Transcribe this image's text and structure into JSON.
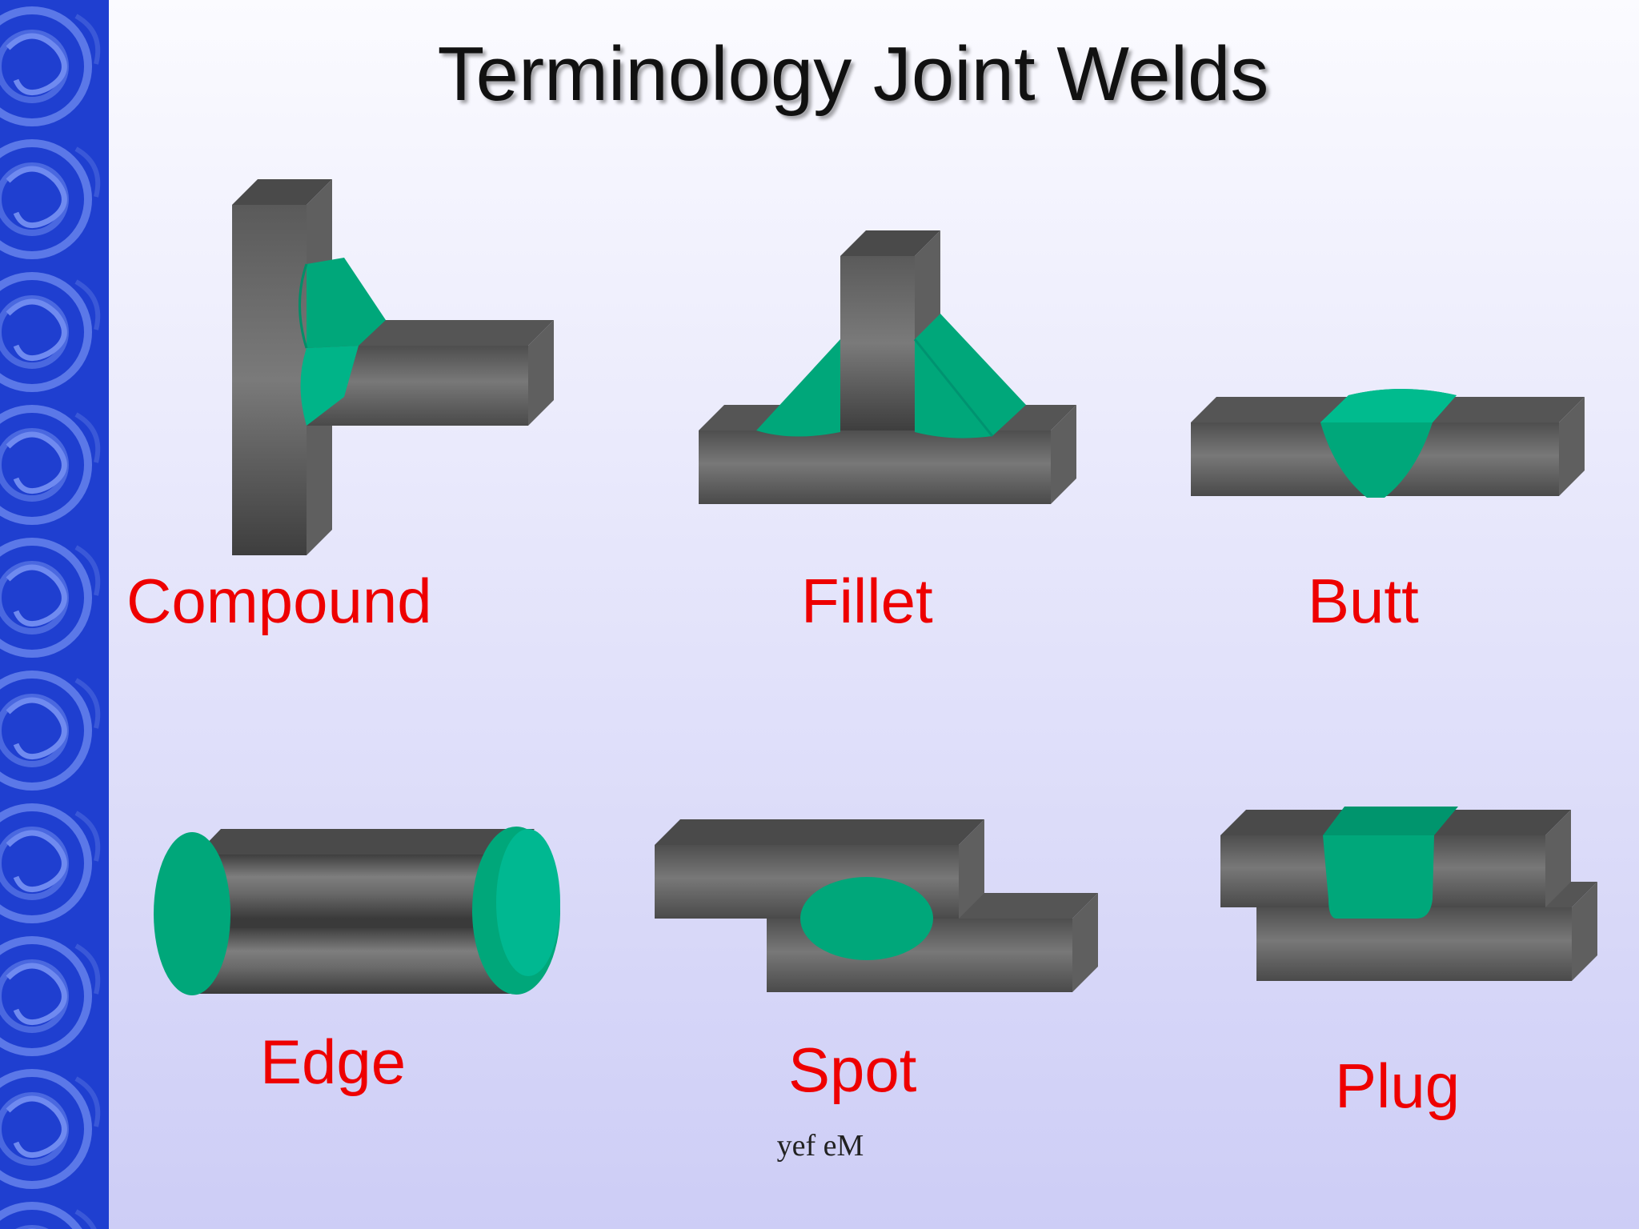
{
  "slide": {
    "title": "Terminology Joint Welds",
    "footer": "yef eM"
  },
  "joints": [
    {
      "name": "Compound",
      "icon": "compound-weld-icon"
    },
    {
      "name": "Fillet",
      "icon": "fillet-weld-icon"
    },
    {
      "name": "Butt",
      "icon": "butt-weld-icon"
    },
    {
      "name": "Edge",
      "icon": "edge-weld-icon"
    },
    {
      "name": "Spot",
      "icon": "spot-weld-icon"
    },
    {
      "name": "Plug",
      "icon": "plug-weld-icon"
    }
  ],
  "colors": {
    "sidebar": "#1f3fd0",
    "steel": "#6b6b6b",
    "weld": "#00a77a",
    "label": "#ee0000"
  }
}
